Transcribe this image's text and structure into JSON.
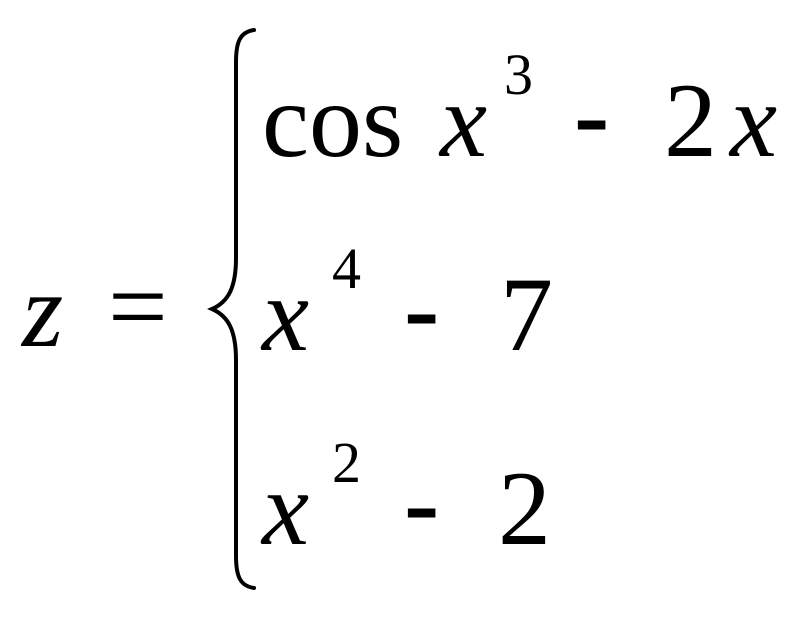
{
  "equation": {
    "lhs_variable": "z",
    "equals_sign": "=",
    "cases": [
      {
        "func": "cos",
        "base": "x",
        "exponent": "3",
        "operator": "-",
        "constant": "2",
        "tail_variable": "x"
      },
      {
        "base": "x",
        "exponent": "4",
        "operator": "-",
        "constant": "7"
      },
      {
        "base": "x",
        "exponent": "2",
        "operator": "-",
        "constant": "2"
      }
    ]
  }
}
